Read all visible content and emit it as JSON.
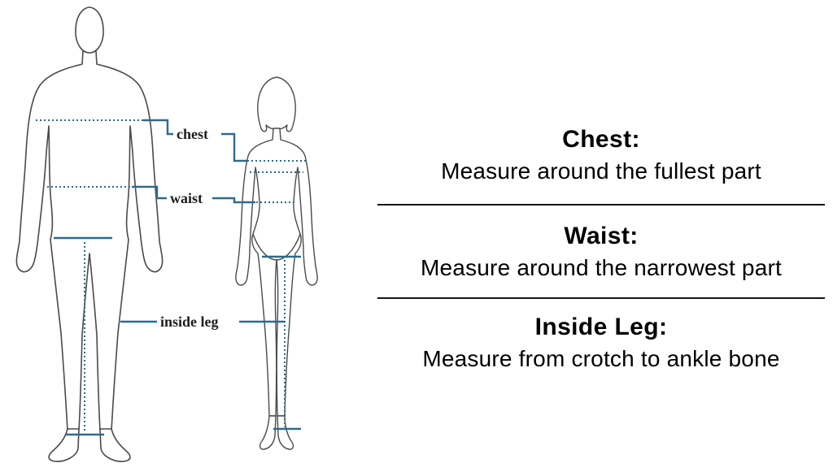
{
  "figure_labels": {
    "chest": "chest",
    "waist": "waist",
    "inside_leg": "inside leg"
  },
  "colors": {
    "measure_line": "#2d6b8e",
    "outline": "#4a4a4a",
    "separator": "#141414",
    "label_text": "#1d1d1d"
  },
  "instructions": [
    {
      "title": "Chest:",
      "description": "Measure around the fullest part"
    },
    {
      "title": "Waist:",
      "description": "Measure around the narrowest part"
    },
    {
      "title": "Inside Leg:",
      "description": "Measure from crotch to ankle bone"
    }
  ]
}
